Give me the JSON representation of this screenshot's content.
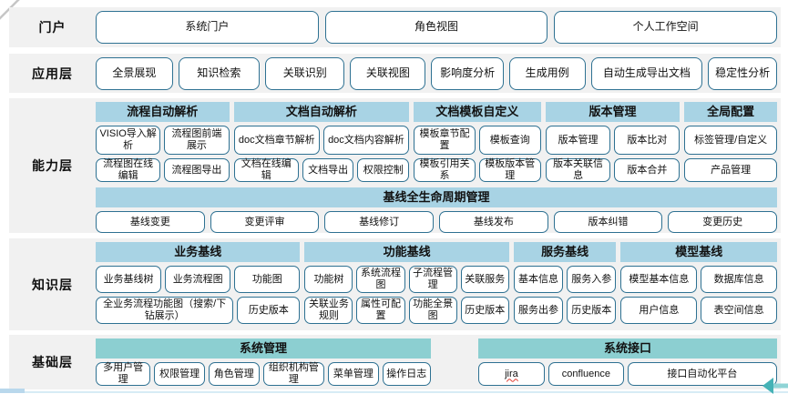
{
  "colors": {
    "band_background": "#f1f1f1",
    "section_header_blue": "#a8d3e4",
    "section_header_teal": "#8ccfd1",
    "box_border": "#2e7192",
    "arrow_teal": "#45b2b6",
    "squiggle_red": "#e03c31"
  },
  "portal": {
    "label": "门户",
    "items": [
      "系统门户",
      "角色视图",
      "个人工作空间"
    ]
  },
  "application": {
    "label": "应用层",
    "items": [
      "全景展现",
      "知识检索",
      "关联识别",
      "关联视图",
      "影响度分析",
      "生成用例",
      "自动生成导出文档",
      "稳定性分析"
    ]
  },
  "capability": {
    "label": "能力层",
    "groups": [
      {
        "title": "流程自动解析",
        "row1": [
          "VISIO导入解析",
          "流程图前端展示"
        ],
        "row2": [
          "流程图在线编辑",
          "流程图导出"
        ]
      },
      {
        "title": "文档自动解析",
        "row1": [
          "doc文档章节解析",
          "doc文档内容解析"
        ],
        "row2": [
          "文档在线编辑",
          "文档导出",
          "权限控制"
        ]
      },
      {
        "title": "文档模板自定义",
        "row1": [
          "模板章节配置",
          "模板查询"
        ],
        "row2": [
          "模板引用关系",
          "模板版本管理"
        ]
      },
      {
        "title": "版本管理",
        "row1": [
          "版本管理",
          "版本比对"
        ],
        "row2": [
          "版本关联信息",
          "版本合并"
        ]
      },
      {
        "title": "全局配置",
        "row1": [
          "标签管理/自定义"
        ],
        "row2": [
          "产品管理"
        ]
      }
    ],
    "lifecycle": {
      "title": "基线全生命周期管理",
      "items": [
        "基线变更",
        "变更评审",
        "基线修订",
        "基线发布",
        "版本纠错",
        "变更历史"
      ]
    }
  },
  "knowledge": {
    "label": "知识层",
    "groups": [
      {
        "title": "业务基线",
        "row1": [
          "业务基线树",
          "业务流程图",
          "功能图"
        ],
        "row2": [
          "全业务流程功能图（搜索/下钻展示）",
          "历史版本"
        ]
      },
      {
        "title": "功能基线",
        "row1": [
          "功能树",
          "系统流程图",
          "子流程管理",
          "关联服务"
        ],
        "row2": [
          "关联业务规则",
          "属性可配置",
          "功能全景图",
          "历史版本"
        ]
      },
      {
        "title": "服务基线",
        "row1": [
          "基本信息",
          "服务入参"
        ],
        "row2": [
          "服务出参",
          "历史版本"
        ]
      },
      {
        "title": "模型基线",
        "row1": [
          "模型基本信息",
          "数据库信息"
        ],
        "row2": [
          "用户信息",
          "表空间信息"
        ]
      }
    ]
  },
  "foundation": {
    "label": "基础层",
    "groups": [
      {
        "title": "系统管理",
        "items": [
          "多用户管理",
          "权限管理",
          "角色管理",
          "组织机构管理",
          "菜单管理",
          "操作日志"
        ]
      },
      {
        "title": "系统接口",
        "items": [
          "jira",
          "confluence",
          "接口自动化平台"
        ]
      }
    ]
  }
}
